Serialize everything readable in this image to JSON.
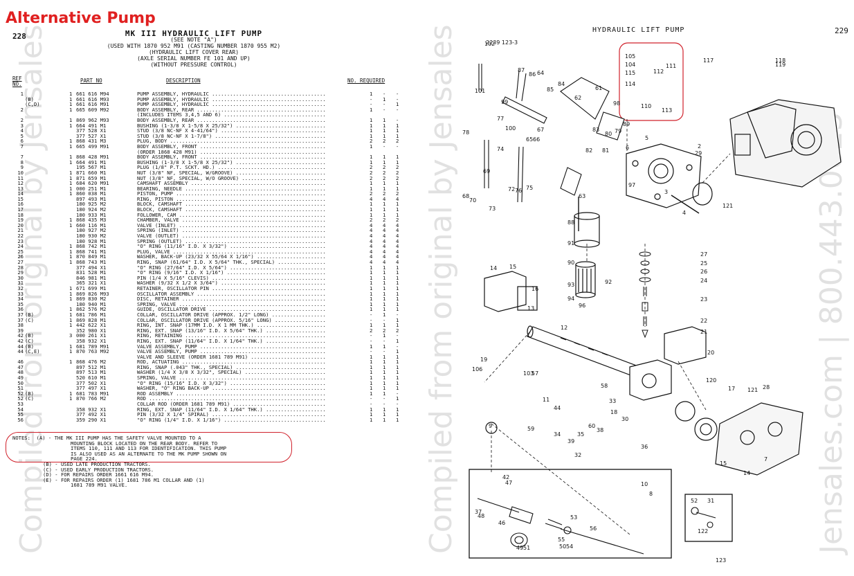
{
  "overlay_title": "Alternative Pump",
  "watermarks": {
    "left": "Compiled from original by Jensales",
    "middle": "Compiled from original by Jensales",
    "right": "Jensales.com | 800.443.0625"
  },
  "left_page": {
    "page_number": "228",
    "title": "MK III HYDRAULIC LIFT PUMP",
    "subtitle_lines": [
      "(SEE NOTE \"A\")",
      "(USED WITH 1870 952 M91 (CASTING NUMBER 1870 955 M2)",
      "(HYDRAULIC LIFT COVER REAR)",
      "(AXLE SERIAL NUMBER FE 101 AND UP)",
      "(WITHOUT PRESSURE CONTROL)"
    ],
    "columns": {
      "ref_no": "REF NO.",
      "part_no": "PART NO",
      "description": "DESCRIPTION",
      "no_required": "NO. REQUIRED"
    },
    "rows": [
      {
        "ref": "1",
        "letter": "",
        "qty": "1",
        "part": "661 616 M94",
        "desc": "PUMP ASSEMBLY, HYDRAULIC",
        "a": "1",
        "b": "-",
        "c": "-"
      },
      {
        "ref": "",
        "letter": "(B)",
        "qty": "1",
        "part": "661 616 M93",
        "desc": "PUMP ASSEMBLY, HYDRAULIC",
        "a": "-",
        "b": "1",
        "c": "-"
      },
      {
        "ref": "",
        "letter": "(C,D)",
        "qty": "1",
        "part": "661 616 M91",
        "desc": "PUMP ASSEMBLY, HYDRAULIC",
        "a": "-",
        "b": "-",
        "c": "1"
      },
      {
        "ref": "2",
        "letter": "",
        "qty": "1",
        "part": "665 609 M92",
        "desc": "BODY ASSEMBLY, REAR",
        "a": "1",
        "b": "-",
        "c": "-"
      },
      {
        "ref": "",
        "letter": "",
        "qty": "",
        "part": "",
        "desc": "(INCLUDES ITEMS 3,4,5 AND 6)",
        "a": "",
        "b": "",
        "c": ""
      },
      {
        "ref": "2",
        "letter": "",
        "qty": "1",
        "part": "869 962 M93",
        "desc": "BODY ASSEMBLY, REAR",
        "a": "1",
        "b": "1",
        "c": "-"
      },
      {
        "ref": "3",
        "letter": "",
        "qty": "1",
        "part": "664 491 M1",
        "desc": "BUSHING (1-3/8 X 1-5/8 X 25/32\")",
        "a": "1",
        "b": "1",
        "c": "1"
      },
      {
        "ref": "4",
        "letter": "",
        "qty": "",
        "part": "377 528 X1",
        "desc": "STUD (3/8 NC-NF X 4-41/64\")",
        "a": "1",
        "b": "1",
        "c": "1"
      },
      {
        "ref": "5",
        "letter": "",
        "qty": "",
        "part": "377 527 X1",
        "desc": "STUD (3/8 NC-NF X 1-7/8\")",
        "a": "1",
        "b": "1",
        "c": "1"
      },
      {
        "ref": "6",
        "letter": "",
        "qty": "1",
        "part": "868 431 M3",
        "desc": "PLUG, BODY",
        "a": "2",
        "b": "2",
        "c": "2"
      },
      {
        "ref": "7",
        "letter": "",
        "qty": "1",
        "part": "665 499 M91",
        "desc": "BODY ASSEMBLY, FRONT",
        "a": "1",
        "b": "-",
        "c": "-"
      },
      {
        "ref": "",
        "letter": "",
        "qty": "",
        "part": "",
        "desc": "(ORDER 1868 428 M91)",
        "a": "",
        "b": "",
        "c": ""
      },
      {
        "ref": "7",
        "letter": "",
        "qty": "1",
        "part": "868 428 M91",
        "desc": "BODY ASSEMBLY, FRONT",
        "a": "1",
        "b": "1",
        "c": "1"
      },
      {
        "ref": "8",
        "letter": "",
        "qty": "1",
        "part": "664 491 M1",
        "desc": "BUSHING (1-3/8 X 1-5/8 X 25/32\")",
        "a": "1",
        "b": "1",
        "c": "1"
      },
      {
        "ref": "9",
        "letter": "",
        "qty": "",
        "part": "195 567 M1",
        "desc": "PLUG (1/8\" P.T. SCKT. HD.)",
        "a": "2",
        "b": "2",
        "c": "2"
      },
      {
        "ref": "10",
        "letter": "",
        "qty": "1",
        "part": "871 660 M1",
        "desc": "NUT (3/8\" NF, SPECIAL, W/GROOVE)",
        "a": "2",
        "b": "2",
        "c": "2"
      },
      {
        "ref": "11",
        "letter": "",
        "qty": "1",
        "part": "871 659 M1",
        "desc": "NUT (3/8\" NF, SPECIAL, W/O GROOVE)",
        "a": "2",
        "b": "2",
        "c": "2"
      },
      {
        "ref": "12",
        "letter": "",
        "qty": "1",
        "part": "684 620 M91",
        "desc": "CAMSHAFT ASSEMBLY",
        "a": "1",
        "b": "1",
        "c": "1"
      },
      {
        "ref": "13",
        "letter": "",
        "qty": "1",
        "part": "000 251 M1",
        "desc": "BEARING, NEEDLE",
        "a": "1",
        "b": "1",
        "c": "1"
      },
      {
        "ref": "14",
        "letter": "",
        "qty": "1",
        "part": "860 038 M1",
        "desc": "PISTON, PUMP",
        "a": "2",
        "b": "2",
        "c": "2"
      },
      {
        "ref": "15",
        "letter": "",
        "qty": "",
        "part": "897 493 M1",
        "desc": "RING, PISTON",
        "a": "4",
        "b": "4",
        "c": "4"
      },
      {
        "ref": "16",
        "letter": "",
        "qty": "",
        "part": "180 925 M2",
        "desc": "BLOCK, CAMSHAFT",
        "a": "1",
        "b": "1",
        "c": "1"
      },
      {
        "ref": "17",
        "letter": "",
        "qty": "",
        "part": "180 924 M2",
        "desc": "BLOCK, CAMSHAFT",
        "a": "1",
        "b": "1",
        "c": "1"
      },
      {
        "ref": "18",
        "letter": "",
        "qty": "",
        "part": "180 933 M1",
        "desc": "FOLLOWER, CAM",
        "a": "1",
        "b": "1",
        "c": "1"
      },
      {
        "ref": "19",
        "letter": "",
        "qty": "1",
        "part": "868 435 M3",
        "desc": "CHAMBER, VALVE",
        "a": "2",
        "b": "2",
        "c": "2"
      },
      {
        "ref": "20",
        "letter": "",
        "qty": "1",
        "part": "660 116 M1",
        "desc": "VALVE (INLET)",
        "a": "4",
        "b": "4",
        "c": "4"
      },
      {
        "ref": "21",
        "letter": "",
        "qty": "",
        "part": "180 927 M2",
        "desc": "SPRING (INLET)",
        "a": "4",
        "b": "4",
        "c": "4"
      },
      {
        "ref": "22",
        "letter": "",
        "qty": "",
        "part": "180 930 M2",
        "desc": "VALVE (OUTLET)",
        "a": "4",
        "b": "4",
        "c": "4"
      },
      {
        "ref": "23",
        "letter": "",
        "qty": "",
        "part": "180 928 M1",
        "desc": "SPRING (OUTLET)",
        "a": "4",
        "b": "4",
        "c": "4"
      },
      {
        "ref": "24",
        "letter": "",
        "qty": "1",
        "part": "868 742 M1",
        "desc": "\"O\" RING (11/16\" I.D. X 3/32\")",
        "a": "4",
        "b": "4",
        "c": "4"
      },
      {
        "ref": "25",
        "letter": "",
        "qty": "1",
        "part": "868 741 M1",
        "desc": "PLUG, VALVE",
        "a": "4",
        "b": "4",
        "c": "4"
      },
      {
        "ref": "26",
        "letter": "",
        "qty": "1",
        "part": "870 849 M1",
        "desc": "WASHER, BACK-UP (23/32 X 55/64 X 1/16\")",
        "a": "4",
        "b": "4",
        "c": "4"
      },
      {
        "ref": "27",
        "letter": "",
        "qty": "1",
        "part": "868 743 M1",
        "desc": "RING, SNAP (61/64\" I.D. X 5/64\" THK., SPECIAL)",
        "a": "4",
        "b": "4",
        "c": "4"
      },
      {
        "ref": "28",
        "letter": "",
        "qty": "",
        "part": "377 494 X1",
        "desc": "\"O\" RING (27/64\" I.D. X 5/64\")",
        "a": "1",
        "b": "1",
        "c": "1"
      },
      {
        "ref": "29",
        "letter": "",
        "qty": "",
        "part": "831 528 M1",
        "desc": "\"O\" RING (9/16\" I.D. X 1/16\")",
        "a": "1",
        "b": "1",
        "c": "1"
      },
      {
        "ref": "30",
        "letter": "",
        "qty": "",
        "part": "846 981 M1",
        "desc": "PIN (1/4 X 5/16\" CLEVIS)",
        "a": "1",
        "b": "1",
        "c": "1"
      },
      {
        "ref": "31",
        "letter": "",
        "qty": "",
        "part": "365 321 X1",
        "desc": "WASHER (9/32 X 1/2 X 3/64\")",
        "a": "1",
        "b": "1",
        "c": "1"
      },
      {
        "ref": "32",
        "letter": "",
        "qty": "1",
        "part": "671 699 M1",
        "desc": "RETAINER, OSCILLATOR PIN",
        "a": "1",
        "b": "1",
        "c": "1"
      },
      {
        "ref": "33",
        "letter": "",
        "qty": "1",
        "part": "869 826 M93",
        "desc": "OSCILLATOR ASSEMBLY",
        "a": "1",
        "b": "1",
        "c": "1"
      },
      {
        "ref": "34",
        "letter": "",
        "qty": "1",
        "part": "869 830 M2",
        "desc": "DISC, RETAINER",
        "a": "1",
        "b": "1",
        "c": "1"
      },
      {
        "ref": "35",
        "letter": "",
        "qty": "",
        "part": "180 940 M1",
        "desc": "SPRING, VALVE",
        "a": "1",
        "b": "1",
        "c": "1"
      },
      {
        "ref": "36",
        "letter": "",
        "qty": "1",
        "part": "862 576 M2",
        "desc": "GUIDE, OSCILLATOR DRIVE",
        "a": "1",
        "b": "1",
        "c": "1"
      },
      {
        "ref": "37",
        "letter": "(B)",
        "qty": "1",
        "part": "681 786 M1",
        "desc": "COLLAR, OSCILLATOR DRIVE (APPROX. 1/2\" LONG)",
        "a": "-",
        "b": "1",
        "c": "-"
      },
      {
        "ref": "37",
        "letter": "(C)",
        "qty": "1",
        "part": "869 828 M1",
        "desc": "COLLAR, OSCILLATOR DRIVE (APPROX. 5/16\" LONG)",
        "a": "-",
        "b": "-",
        "c": "1"
      },
      {
        "ref": "38",
        "letter": "",
        "qty": "1",
        "part": "442 622 X1",
        "desc": "RING, INT. SNAP (17MM I.D. X 1 MM THK.)",
        "a": "1",
        "b": "1",
        "c": "1"
      },
      {
        "ref": "39",
        "letter": "",
        "qty": "",
        "part": "352 980 X1",
        "desc": "RING, EXT. SNAP (13/16\" I.D. X 5/64\" THK.)",
        "a": "2",
        "b": "2",
        "c": "2"
      },
      {
        "ref": "42",
        "letter": "(B)",
        "qty": "3",
        "part": "000 261 X1",
        "desc": "RING, RETAINING",
        "a": "-",
        "b": "1",
        "c": "-"
      },
      {
        "ref": "42",
        "letter": "(C)",
        "qty": "",
        "part": "358 932 X1",
        "desc": "RING, EXT. SNAP (11/64\" I.D. X 1/64\" THK.)",
        "a": "-",
        "b": "-",
        "c": "1"
      },
      {
        "ref": "44",
        "letter": "(B)",
        "qty": "1",
        "part": "681 789 M91",
        "desc": "VALVE ASSEMBLY, PUMP",
        "a": "1",
        "b": "1",
        "c": "-"
      },
      {
        "ref": "44",
        "letter": "(C,E)",
        "qty": "1",
        "part": "870 763 M92",
        "desc": "VALVE ASSEMBLY, PUMP",
        "a": "-",
        "b": "-",
        "c": "1"
      },
      {
        "ref": "",
        "letter": "",
        "qty": "",
        "part": "",
        "desc": "VALVE AND SLEEVE (ORDER 1681 789 M91)",
        "a": "1",
        "b": "1",
        "c": "1"
      },
      {
        "ref": "46",
        "letter": "",
        "qty": "1",
        "part": "868 476 M2",
        "desc": "ROD, ACTUATING",
        "a": "1",
        "b": "1",
        "c": "1"
      },
      {
        "ref": "47",
        "letter": "",
        "qty": "",
        "part": "897 512 M1",
        "desc": "RING, SNAP (.043\" THK., SPECIAL)",
        "a": "1",
        "b": "1",
        "c": "1"
      },
      {
        "ref": "48",
        "letter": "",
        "qty": "",
        "part": "897 513 M1",
        "desc": "WASHER (1/4 X 3/8 X 3/32\", SPECIAL)",
        "a": "1",
        "b": "1",
        "c": "1"
      },
      {
        "ref": "49",
        "letter": "",
        "qty": "",
        "part": "520 610 M1",
        "desc": "SPRING, VALVE",
        "a": "1",
        "b": "1",
        "c": "1"
      },
      {
        "ref": "50",
        "letter": "",
        "qty": "",
        "part": "377 502 X1",
        "desc": "\"O\" RING (15/16\" I.D. X 3/32\")",
        "a": "1",
        "b": "1",
        "c": "1"
      },
      {
        "ref": "51",
        "letter": "",
        "qty": "",
        "part": "377 497 X1",
        "desc": "WASHER, \"O\" RING BACK-UP",
        "a": "1",
        "b": "1",
        "c": "1"
      },
      {
        "ref": "52",
        "letter": "(B)",
        "qty": "1",
        "part": "681 783 M91",
        "desc": "ROD ASSEMBLY",
        "a": "1",
        "b": "1",
        "c": "-"
      },
      {
        "ref": "52",
        "letter": "(C)",
        "qty": "1",
        "part": "870 766 M2",
        "desc": "ROD",
        "a": "-",
        "b": "-",
        "c": "1"
      },
      {
        "ref": "53",
        "letter": "",
        "qty": "",
        "part": "",
        "desc": "COLLAR ROD (ORDER 1681 789 M91)",
        "a": "-",
        "b": "-",
        "c": "-"
      },
      {
        "ref": "54",
        "letter": "",
        "qty": "",
        "part": "358 932 X1",
        "desc": "RING, EXT. SNAP (11/64\" I.D. X 1/64\" THK.)",
        "a": "1",
        "b": "1",
        "c": "1"
      },
      {
        "ref": "55",
        "letter": "",
        "qty": "",
        "part": "377 492 X1",
        "desc": "PIN (3/32 X 1/4\" SPIRAL)",
        "a": "1",
        "b": "1",
        "c": "1"
      },
      {
        "ref": "56",
        "letter": "",
        "qty": "",
        "part": "359 290 X1",
        "desc": "\"O\" RING (1/4\" I.D. X 1/16\")",
        "a": "1",
        "b": "1",
        "c": "1"
      }
    ],
    "notes_label": "NOTES:",
    "notes": [
      "(A) - THE MK III PUMP HAS THE SAFETY VALVE MOUNTED TO A",
      "MOUNTING BLOCK LOCATED ON THE REAR BODY.  REFER TO",
      "ITEMS 110, 111 AND 113 FOR IDENTIFICATION.  THIS PUMP",
      "IS ALSO USED AS AN ALTERNATE  TO THE MK PUMP SHOWN ON",
      "PAGE 224.",
      "(B) - USED LATE PRODUCTION TRACTORS.",
      "(C) - USED EARLY PRODUCTION TRACTORS.",
      "(D) - FOR REPAIRS ORDER 1661 616 M94.",
      "(E) - FOR REPAIRS ORDER (1) 1681 786 M1 COLLAR AND (1)",
      "1681 789 M91 VALVE."
    ]
  },
  "right_page": {
    "header": "HYDRAULIC LIFT PUMP",
    "page_number": "229",
    "drawing_number": "2239 123-3",
    "callout_numbers": [
      "102",
      "87",
      "86",
      "64",
      "85",
      "84",
      "101",
      "99",
      "77",
      "100",
      "67",
      "62",
      "65",
      "66",
      "61",
      "98",
      "83",
      "80",
      "79",
      "82",
      "81",
      "89",
      "78",
      "74",
      "69",
      "72",
      "76",
      "75",
      "68",
      "70",
      "73",
      "63",
      "97",
      "105",
      "104",
      "115",
      "114",
      "112",
      "111",
      "110",
      "113",
      "117",
      "118",
      "119",
      "6",
      "5",
      "2",
      "29",
      "3",
      "4",
      "121",
      "88",
      "91",
      "90",
      "93",
      "92",
      "94",
      "96",
      "14",
      "15",
      "16",
      "13",
      "12",
      "27",
      "25",
      "26",
      "24",
      "23",
      "22",
      "21",
      "20",
      "19",
      "106",
      "103",
      "57",
      "58",
      "120",
      "17",
      "121",
      "28",
      "9",
      "11",
      "44",
      "59",
      "34",
      "60",
      "38",
      "35",
      "39",
      "32",
      "36",
      "33",
      "30",
      "18",
      "15",
      "14",
      "7",
      "10",
      "8",
      "37",
      "42",
      "47",
      "48",
      "46",
      "55",
      "49",
      "51",
      "50",
      "54",
      "53",
      "56",
      "52",
      "31",
      "122",
      "123"
    ]
  }
}
